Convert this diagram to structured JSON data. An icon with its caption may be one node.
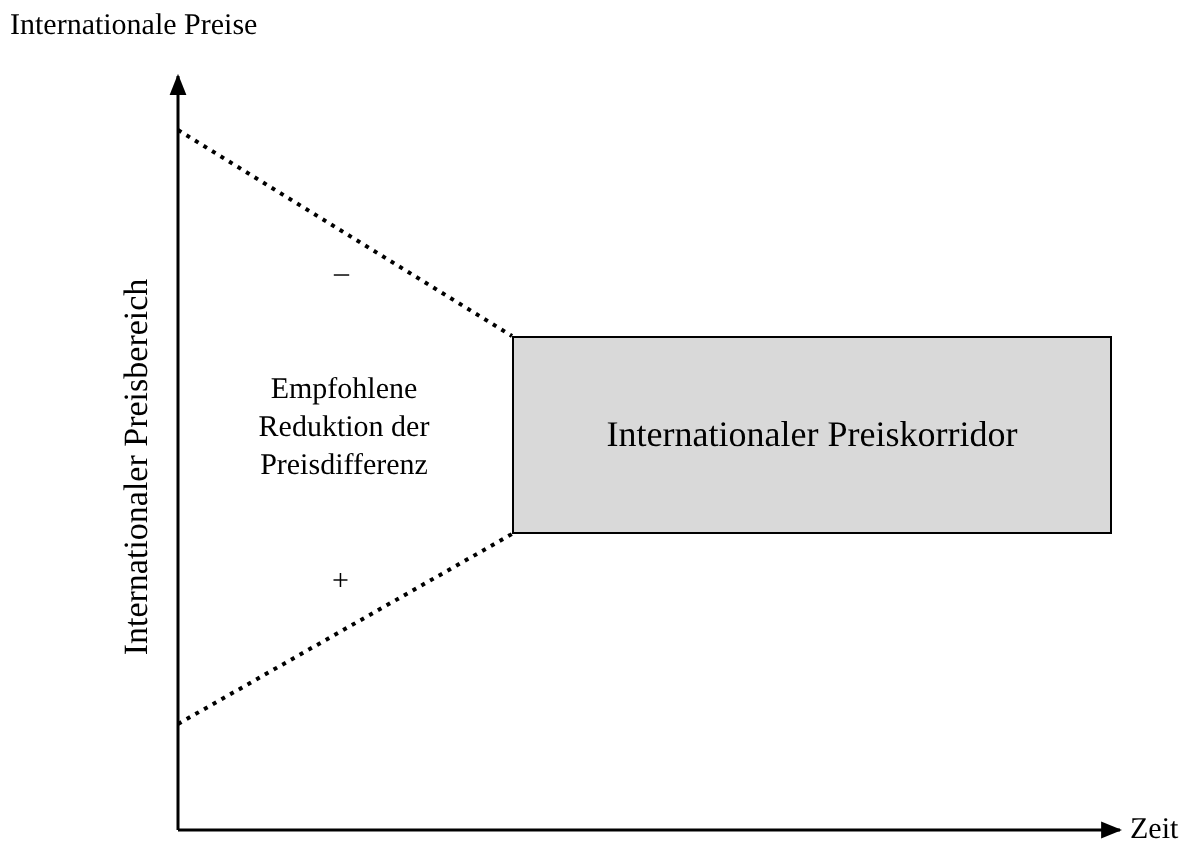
{
  "diagram": {
    "nodes": [
      {
        "text": [
          "Internationaler Preiskorridor"
        ]
      }
    ],
    "edges": [],
    "labels": [
      "Internationale Preise",
      "Internationaler Preisbereich",
      "–",
      "Empfohlene Reduktion der Preisdifferenz",
      "+",
      "Zeit"
    ]
  }
}
